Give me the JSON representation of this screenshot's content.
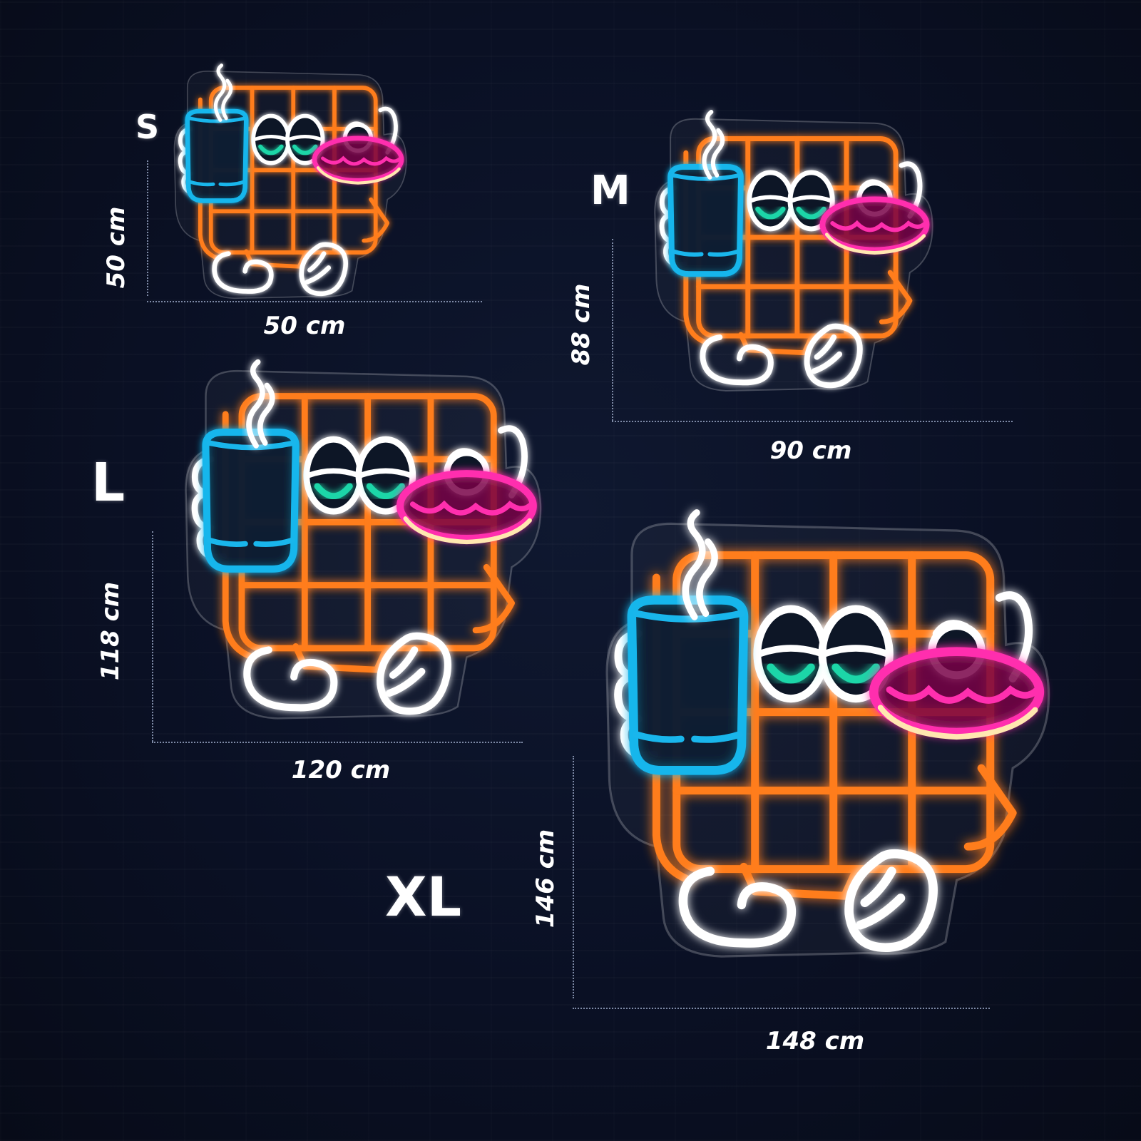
{
  "colors": {
    "background": "#0a1024",
    "waffle": "#ff7d1a",
    "cup": "#19b6ec",
    "eyes": "#1fd6a8",
    "donut": "#ff2fae",
    "outline": "#ffffff"
  },
  "variants": [
    {
      "key": "s",
      "size_label": "S",
      "height_label": "50 cm",
      "width_label": "50 cm"
    },
    {
      "key": "m",
      "size_label": "M",
      "height_label": "88 cm",
      "width_label": "90 cm"
    },
    {
      "key": "l",
      "size_label": "L",
      "height_label": "118 cm",
      "width_label": "120 cm"
    },
    {
      "key": "xl",
      "size_label": "XL",
      "height_label": "146 cm",
      "width_label": "148 cm"
    }
  ]
}
